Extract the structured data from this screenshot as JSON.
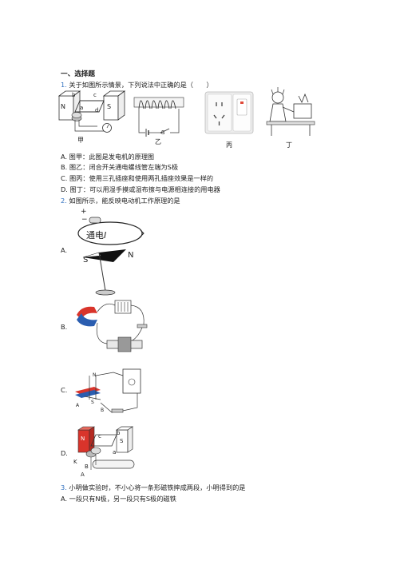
{
  "section_title": "一、选择题",
  "q1": {
    "number": "1.",
    "stem": "关于如图所示情景，下列说法中正确的是（　　）",
    "figure_labels": {
      "jia": "甲",
      "yi": "乙",
      "bing": "丙",
      "ding": "丁",
      "jia_n": "N",
      "jia_s": "S",
      "jia_a": "a",
      "jia_b": "b",
      "jia_c": "c",
      "jia_d": "d",
      "yi_s": "S"
    },
    "options": [
      {
        "key": "A.",
        "text": "图甲：此图是发电机的原理图"
      },
      {
        "key": "B.",
        "text": "图乙：闭合开关通电螺线管左端为S极"
      },
      {
        "key": "C.",
        "text": "图丙：使用三孔插座和使用两孔插座效果是一样的"
      },
      {
        "key": "D.",
        "text": "图丁：可以用湿手摸或湿布擦与电源相连接的用电器"
      }
    ]
  },
  "q2": {
    "number": "2.",
    "stem": "如图所示，能反映电动机工作原理的是",
    "options": [
      {
        "key": "A."
      },
      {
        "key": "B."
      },
      {
        "key": "C."
      },
      {
        "key": "D."
      }
    ],
    "figA": {
      "plus": "+",
      "minus": "−",
      "current_label": "通电",
      "current_symbol": "I",
      "s": "S",
      "n": "N"
    },
    "figC": {
      "n": "N",
      "s": "S",
      "a": "A",
      "b": "B"
    },
    "figD": {
      "n": "N",
      "s": "S",
      "a": "a",
      "b": "b",
      "c": "c",
      "k": "K",
      "B": "B",
      "A": "A"
    }
  },
  "q3": {
    "number": "3.",
    "stem": "小明做实验时，不小心将一条形磁铁摔成两段，小明得到的是",
    "options": [
      {
        "key": "A.",
        "text": "一段只有N极，另一段只有S极的磁铁"
      }
    ]
  },
  "colors": {
    "number_blue": "#2f6fbf",
    "magnet_red": "#d9342b",
    "magnet_blue": "#2a5db0"
  }
}
